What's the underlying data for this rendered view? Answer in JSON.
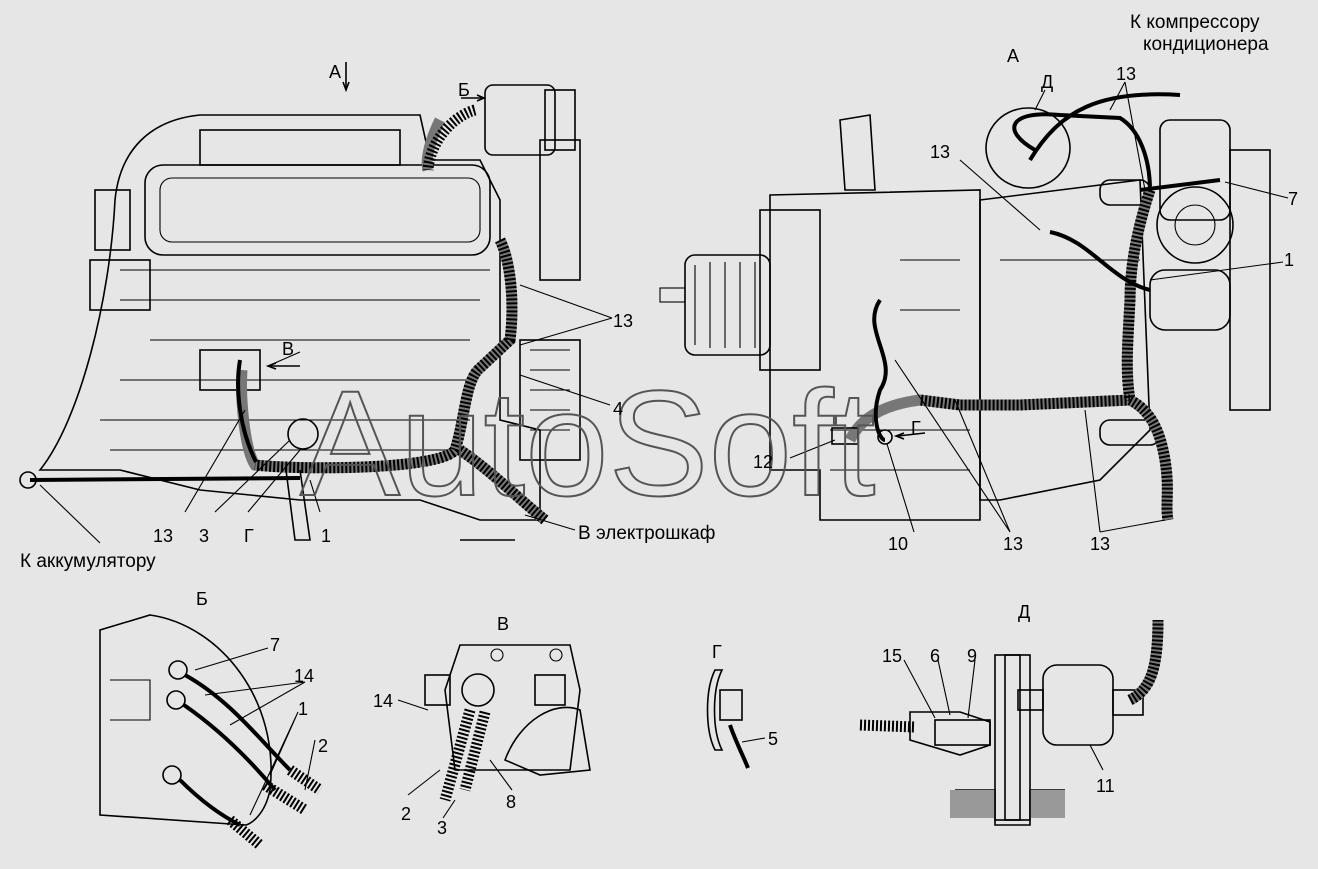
{
  "labels": {
    "a1": "А",
    "a2": "А",
    "b_arrow": "Б",
    "v_arrow": "В",
    "g_arrow": "Г",
    "d_mark": "Д",
    "n13_mid": "13",
    "n4": "4",
    "n13_bl": "13",
    "n3_left": "3",
    "g_left": "Г",
    "n1_left": "1",
    "to_battery": "К аккумулятору",
    "to_cabinet": "В электрошкаф",
    "to_compressor_1": "К компрессору",
    "to_compressor_2": "кондиционера",
    "n13_top": "13",
    "n13_r1": "13",
    "n7_r": "7",
    "n1_r": "1",
    "n12": "12",
    "n10": "10",
    "n13_r2": "13",
    "n13_r3": "13",
    "detail_b": "Б",
    "b7": "7",
    "b14": "14",
    "b1": "1",
    "b2": "2",
    "detail_v": "В",
    "v14": "14",
    "v2": "2",
    "v3": "3",
    "v8": "8",
    "detail_g": "Г",
    "g5": "5",
    "detail_d": "Д",
    "d15": "15",
    "d6": "6",
    "d9": "9",
    "d11": "11",
    "watermark": "AutoSoft"
  },
  "colors": {
    "background": "#e6e6e6",
    "linework": "#000000",
    "fill": "#d2d2d2"
  }
}
